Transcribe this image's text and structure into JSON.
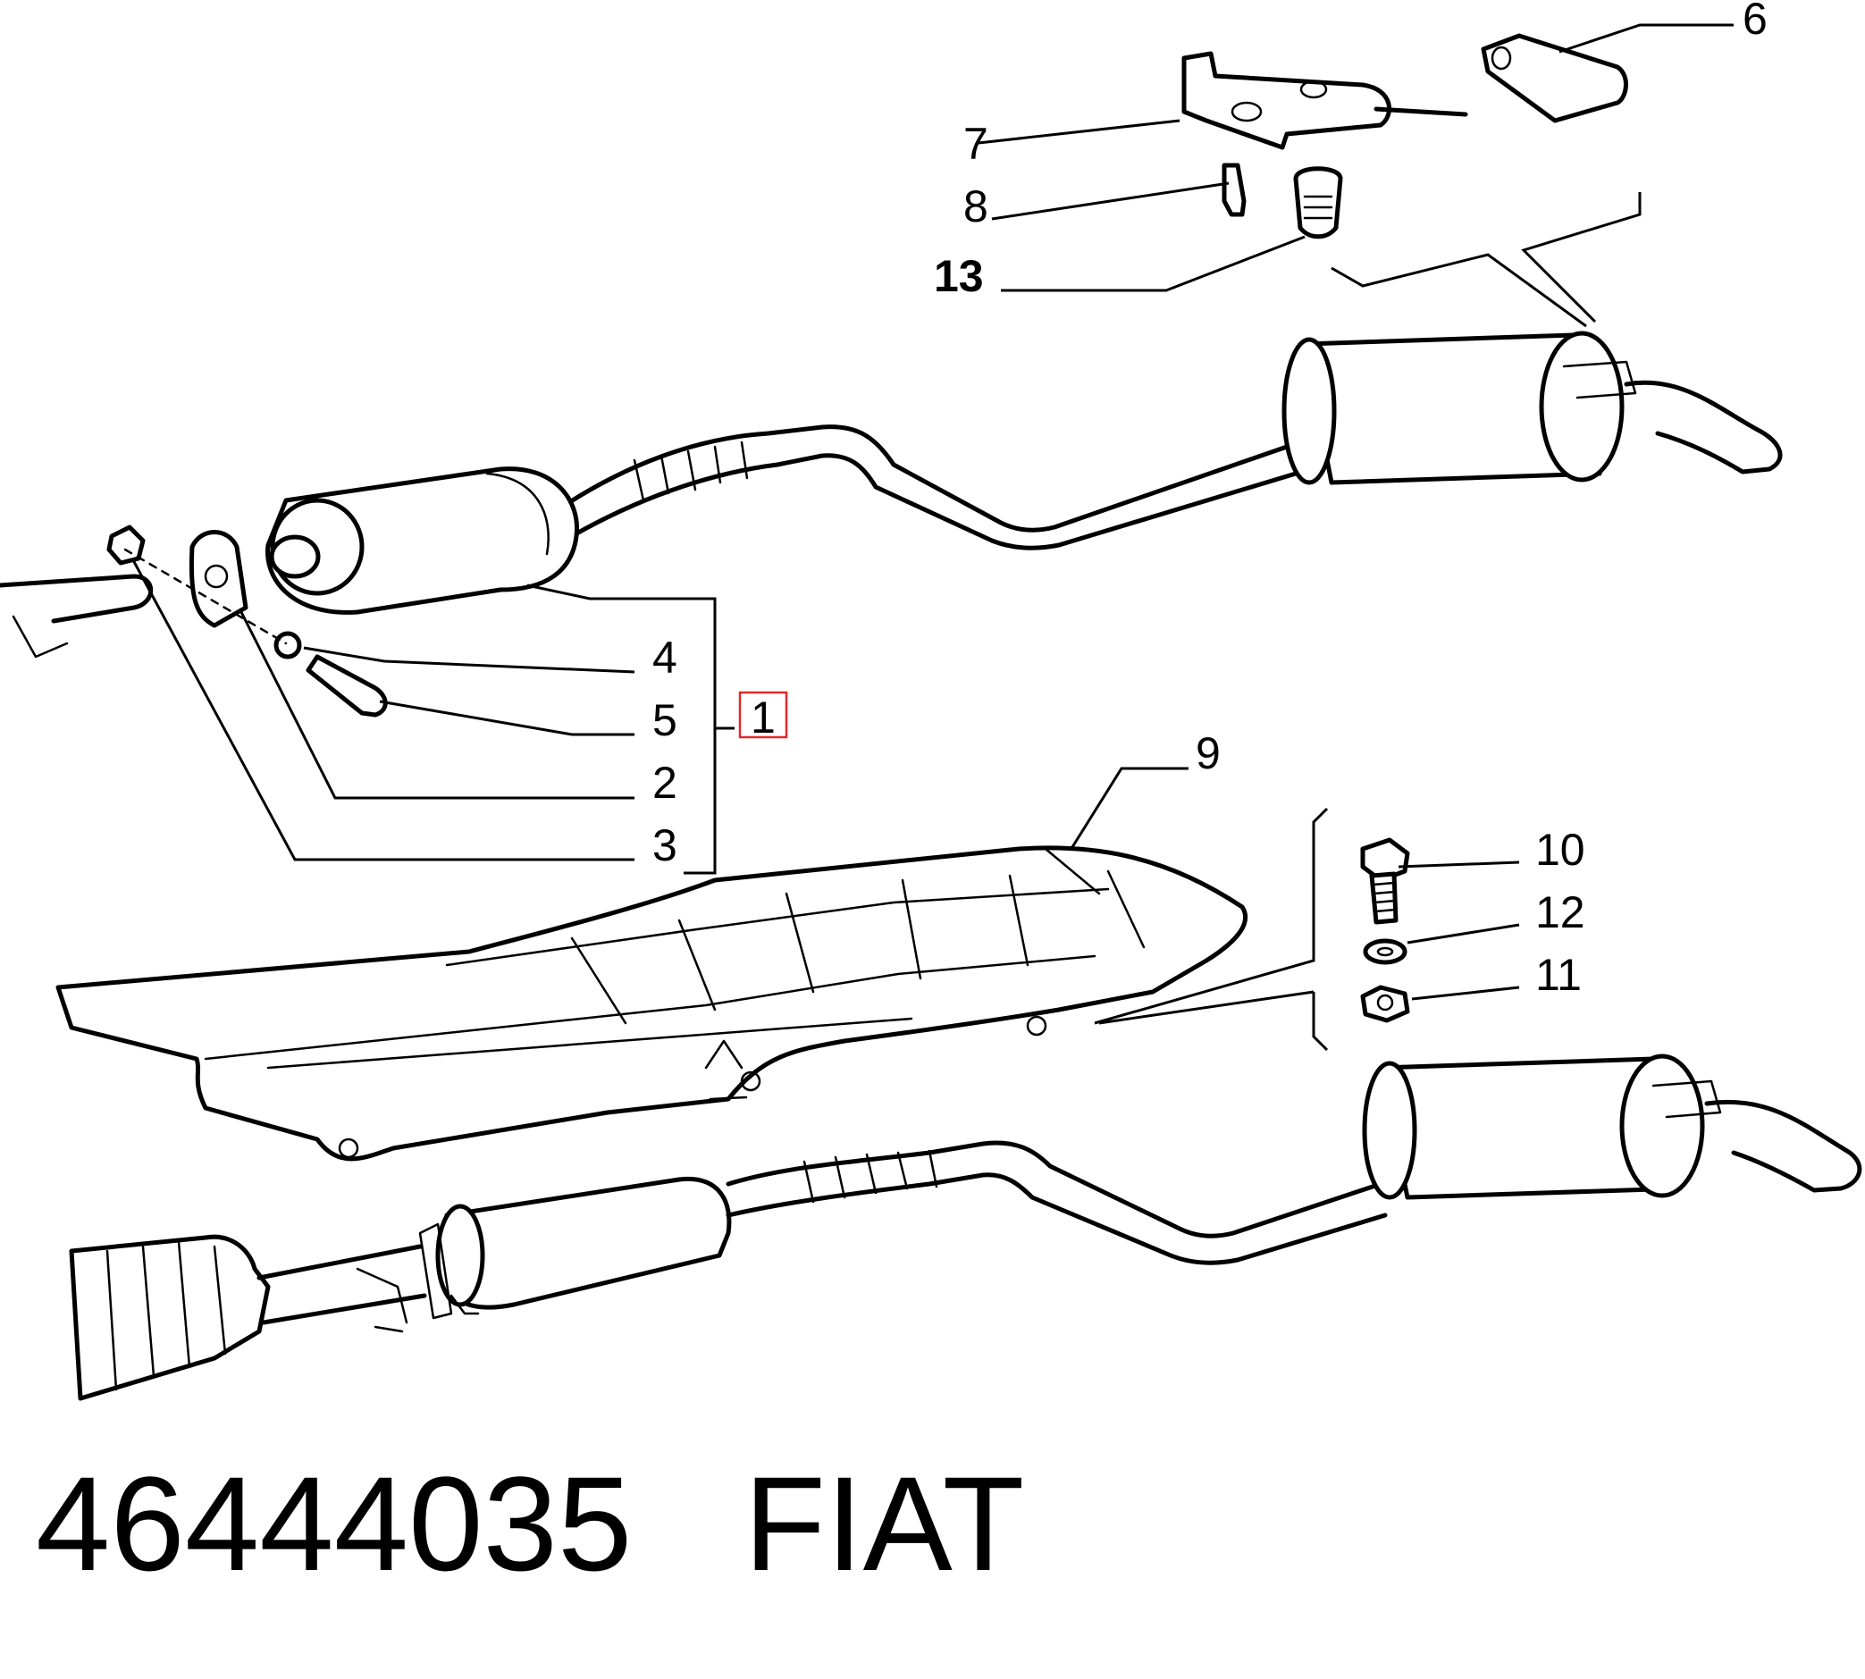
{
  "callouts": {
    "c1": "1",
    "c2": "2",
    "c3": "3",
    "c4": "4",
    "c5": "5",
    "c6": "6",
    "c7": "7",
    "c8": "8",
    "c9": "9",
    "c10": "10",
    "c11": "11",
    "c12": "12",
    "c13": "13"
  },
  "highlight_color": "#e02a2a",
  "footer": {
    "part_number": "46444035",
    "brand": "FIAT"
  }
}
